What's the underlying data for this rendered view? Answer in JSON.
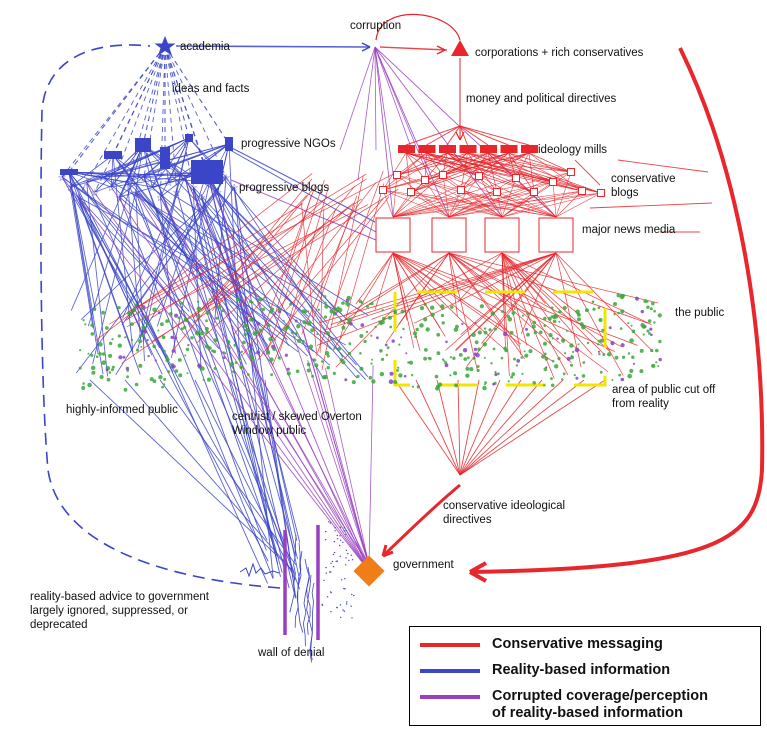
{
  "labels": {
    "academia": "academia",
    "corruption": "corruption",
    "corporations": "corporations + rich conservatives",
    "ideas_facts": "ideas and facts",
    "money": "money and political directives",
    "progressive_ngos": "progressive NGOs",
    "ideology_mills": "ideology mills",
    "progressive_blogs": "progressive blogs",
    "conservative_blogs": "conservative\nblogs",
    "major_news": "major news media",
    "the_public": "the public",
    "highly_informed": "highly-informed public",
    "centrist": "centrist / skewed Overton\nWindow public",
    "cut_off": "area of public cut off\nfrom reality",
    "conservative_directives": "conservative ideological\ndirectives",
    "government": "government",
    "reality_advice": "reality-based advice to government\nlargely ignored, suppressed, or\ndeprecated",
    "wall": "wall of denial"
  },
  "legend": [
    {
      "label": "Conservative messaging",
      "color": "#e8262b"
    },
    {
      "label": "Reality-based information",
      "color": "#3a45c8"
    },
    {
      "label": "Corrupted coverage/perception\nof reality-based information",
      "color": "#9a3fbf"
    }
  ],
  "colors": {
    "red": "#e8262b",
    "blue": "#3a45c8",
    "purple": "#9a3fbf",
    "green": "#3aa83a",
    "yellow": "#f2e600",
    "orange": "#f07d18"
  },
  "icons": {
    "academia": "star-icon",
    "corporations": "triangle-icon",
    "government": "diamond-icon"
  }
}
